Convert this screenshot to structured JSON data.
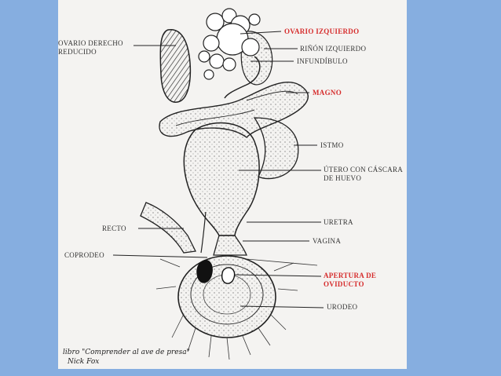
{
  "labels": {
    "ovario_derecho_l1": "OVARIO DERECHO",
    "ovario_derecho_l2": "REDUCIDO",
    "ovario_izquierdo": "OVARIO IZQUIERDO",
    "rinon_izquierdo": "RIÑÓN IZQUIERDO",
    "infundibulo": "INFUNDÍBULO",
    "magno": "MAGNO",
    "istmo": "ISTMO",
    "utero_l1": "ÚTERO CON CÁSCARA",
    "utero_l2": "DE HUEVO",
    "recto": "RECTO",
    "uretra": "URETRA",
    "vagina": "VAGINA",
    "coprodeo": "COPRODEO",
    "apertura_l1": "APERTURA DE",
    "apertura_l2": "OVIDUCTO",
    "urodeo": "URODEO"
  },
  "credit": {
    "line1": "libro \"Comprender al ave de presa\"",
    "line2": "Nick Fox"
  },
  "colors": {
    "background": "#86aee0",
    "page": "#f4f3f1",
    "highlight_label": "#d62c2c",
    "label": "#333333"
  }
}
